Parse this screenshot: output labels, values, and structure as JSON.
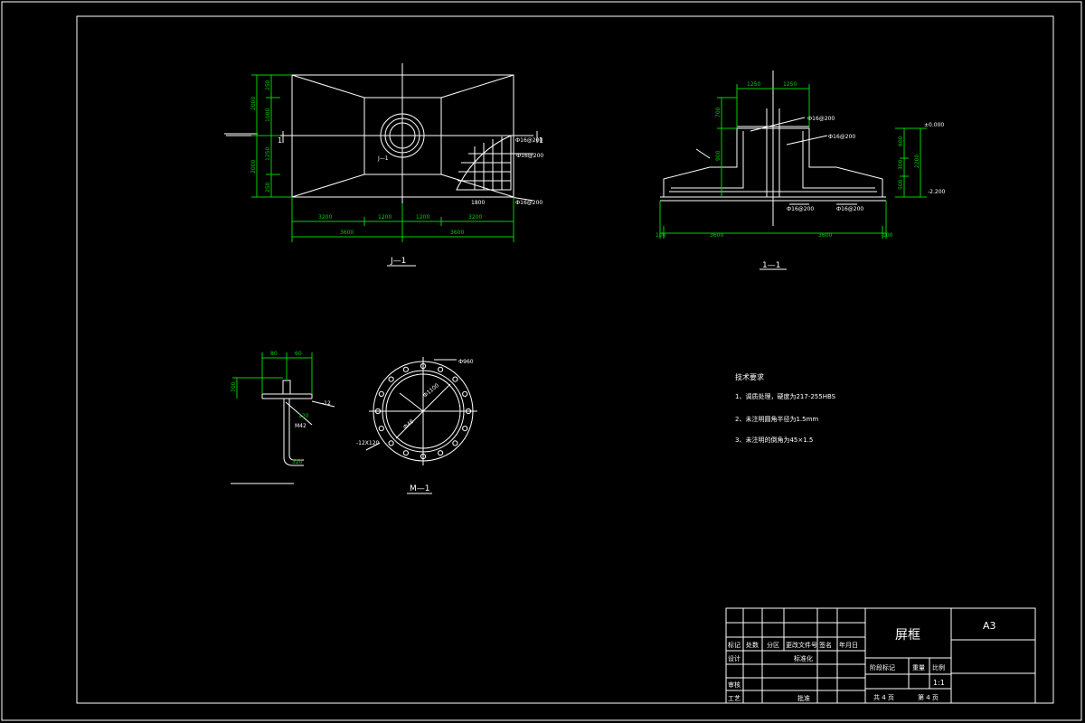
{
  "views": {
    "plan": {
      "title": "J—1",
      "dims_bottom_inner": [
        "3200",
        "1200",
        "1200",
        "3200"
      ],
      "dims_bottom_outer": [
        "3600",
        "3600"
      ],
      "dims_left": [
        "250",
        "2000",
        "1000",
        "1250",
        "2000",
        "250"
      ],
      "section_mark": "1",
      "callouts": [
        "Ф16@200",
        "Ф16@200",
        "1800",
        "Ф16@200",
        "J—1"
      ]
    },
    "section": {
      "title": "1—1",
      "dims_top": [
        "1250",
        "1250"
      ],
      "dims_bottom": [
        "100",
        "3600",
        "3600",
        "100"
      ],
      "dims_left": [
        "700",
        "900"
      ],
      "dims_right": [
        "600",
        "300",
        "500",
        "2200"
      ],
      "levels": [
        "±0.000",
        "-2.200"
      ],
      "callouts": [
        "Ф16@200",
        "Ф16@200",
        "Ф16@200",
        "Ф16@200"
      ]
    },
    "bolt": {
      "dims": [
        "80",
        "60",
        "700",
        "320",
        "120"
      ],
      "labels": [
        "-12",
        "M42"
      ]
    },
    "flange": {
      "title": "M—1",
      "labels": [
        "Ф960",
        "Ф1100",
        "-12X120",
        "Ф48"
      ]
    }
  },
  "notes": {
    "heading": "技术要求",
    "items": [
      "1、调质处理，硬度为217-255HBS",
      "2、未注明圆角半径为1.5mm",
      "3、未注明的倒角为45×1.5"
    ]
  },
  "title_block": {
    "drawing_name": "屏框",
    "sheet_size": "A3",
    "headers": [
      "标记",
      "处数",
      "分区",
      "更改文件号",
      "签名",
      "年月日"
    ],
    "design_label": "设计",
    "standardize_label": "标准化",
    "review_label": "审核",
    "process_label": "工艺",
    "approve_label": "批准",
    "stage_label": "阶段标记",
    "weight_label": "重量",
    "scale_label": "比例",
    "scale_value": "1:1",
    "sheet_total": "共 4 页",
    "sheet_no": "第 4 页"
  }
}
